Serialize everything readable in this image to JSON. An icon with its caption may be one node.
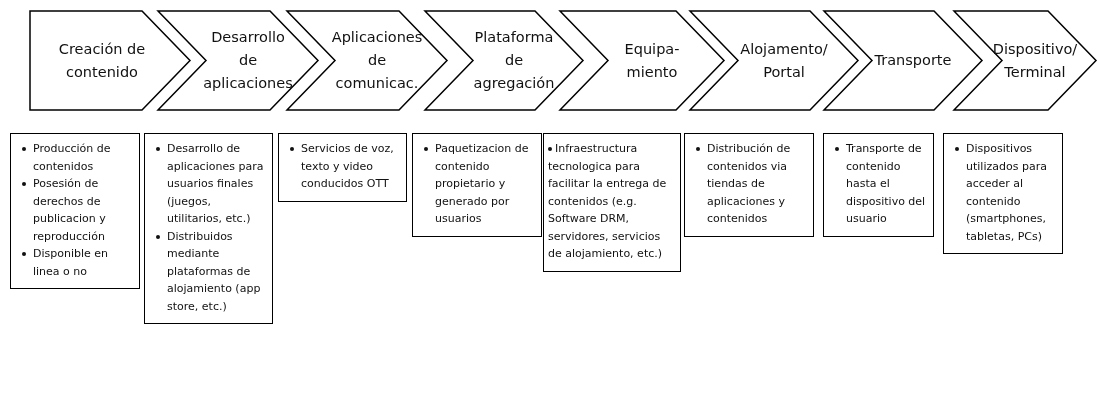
{
  "diagram": {
    "nodes": [
      {
        "text": [
          "Creación de contenido"
        ]
      },
      {
        "text": [
          "Desarrollo de aplicaciones"
        ]
      },
      {
        "text": [
          "Aplicaciones de comunicac."
        ]
      },
      {
        "text": [
          "Plataforma de agregación"
        ]
      },
      {
        "text": [
          "Equipa- miento"
        ]
      },
      {
        "text": [
          "Alojamento/ Portal"
        ]
      },
      {
        "text": [
          "Transporte"
        ]
      },
      {
        "text": [
          "Dispositivo/ Terminal"
        ]
      },
      {
        "text": [
          "Producción de contenidos",
          "Posesión de derechos de publicacion y reproducción",
          "Disponible en linea o no"
        ]
      },
      {
        "text": [
          "Desarrollo de aplicaciones para usuarios finales (juegos, utilitarios, etc.)",
          "Distribuidos mediante plataformas de alojamiento (app store, etc.)"
        ]
      },
      {
        "text": [
          "Servicios de voz, texto y video conducidos OTT"
        ]
      },
      {
        "text": [
          "Paquetizacion de contenido propietario y generado por usuarios"
        ]
      },
      {
        "text": [
          "Infraestructura tecnologica para facilitar la entrega de contenidos (e.g. Software DRM, servidores, servicios de alojamiento, etc.)"
        ]
      },
      {
        "text": [
          "Distribución de contenidos via tiendas de aplicaciones y contenidos"
        ]
      },
      {
        "text": [
          "Transporte de contenido hasta el dispositivo del usuario"
        ]
      },
      {
        "text": [
          "Dispositivos utilizados para acceder al contenido (smartphones, tabletas, PCs)"
        ]
      }
    ]
  }
}
